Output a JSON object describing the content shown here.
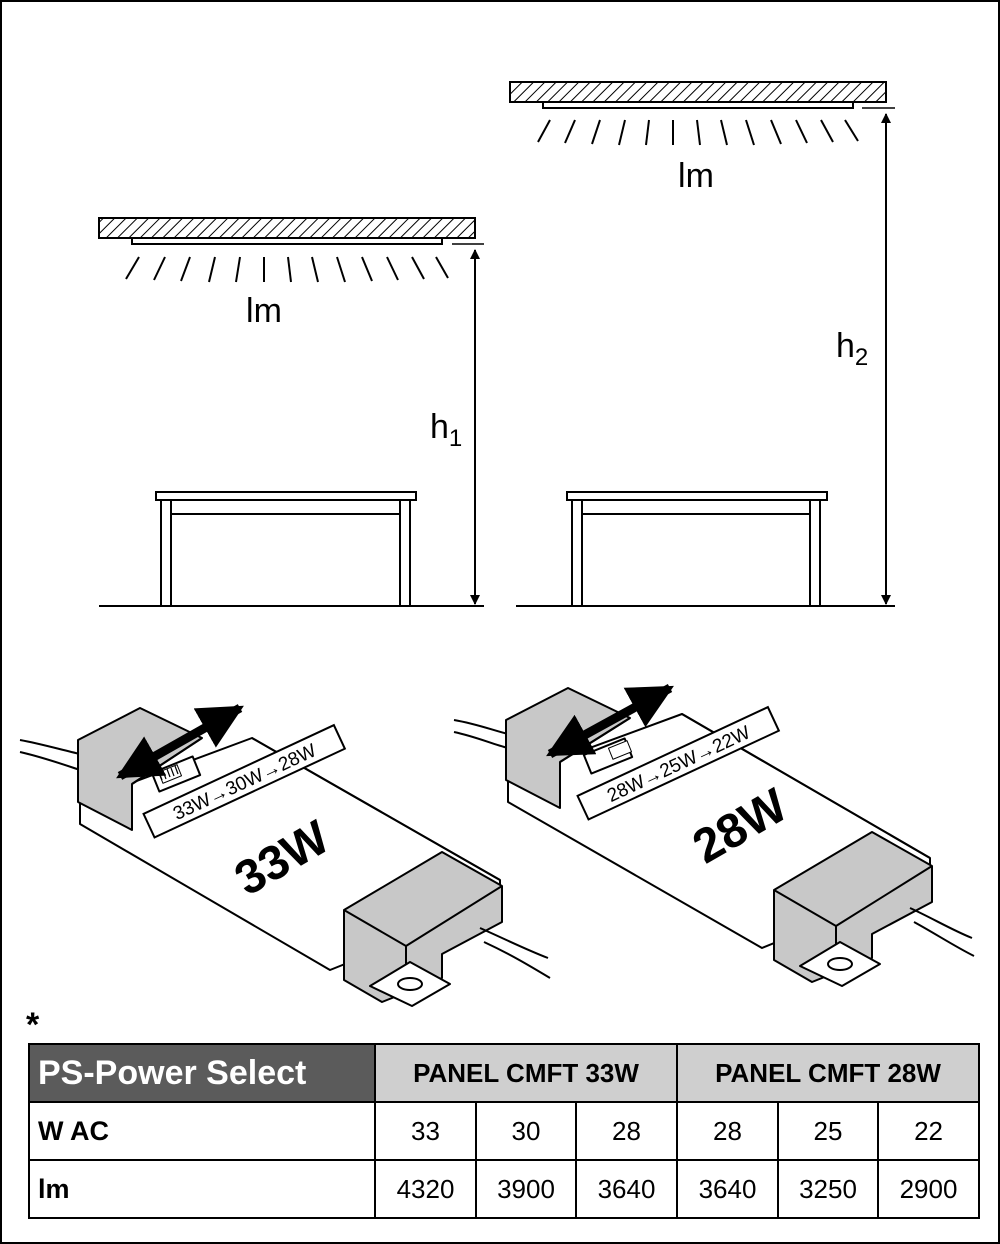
{
  "scene": {
    "left": {
      "lumen_label": "lm",
      "height_label": "h",
      "height_sub": "1"
    },
    "right": {
      "lumen_label": "lm",
      "height_label": "h",
      "height_sub": "2"
    }
  },
  "drivers": {
    "left": {
      "watt_label": "33W",
      "switch_label": "33W→30W→28W"
    },
    "right": {
      "watt_label": "28W",
      "switch_label": "28W→25W→22W"
    }
  },
  "footnote_marker": "*",
  "table": {
    "title": "PS-Power Select",
    "groups": [
      "PANEL CMFT 33W",
      "PANEL CMFT 28W"
    ],
    "rows": [
      {
        "label": "W AC",
        "values": [
          "33",
          "30",
          "28",
          "28",
          "25",
          "22"
        ]
      },
      {
        "label": "lm",
        "values": [
          "4320",
          "3900",
          "3640",
          "3640",
          "3250",
          "2900"
        ]
      }
    ]
  },
  "colors": {
    "driver_cap": "#c8c8c8",
    "table_header": "#cfcfcf",
    "title_bg": "#5b5b5b"
  }
}
